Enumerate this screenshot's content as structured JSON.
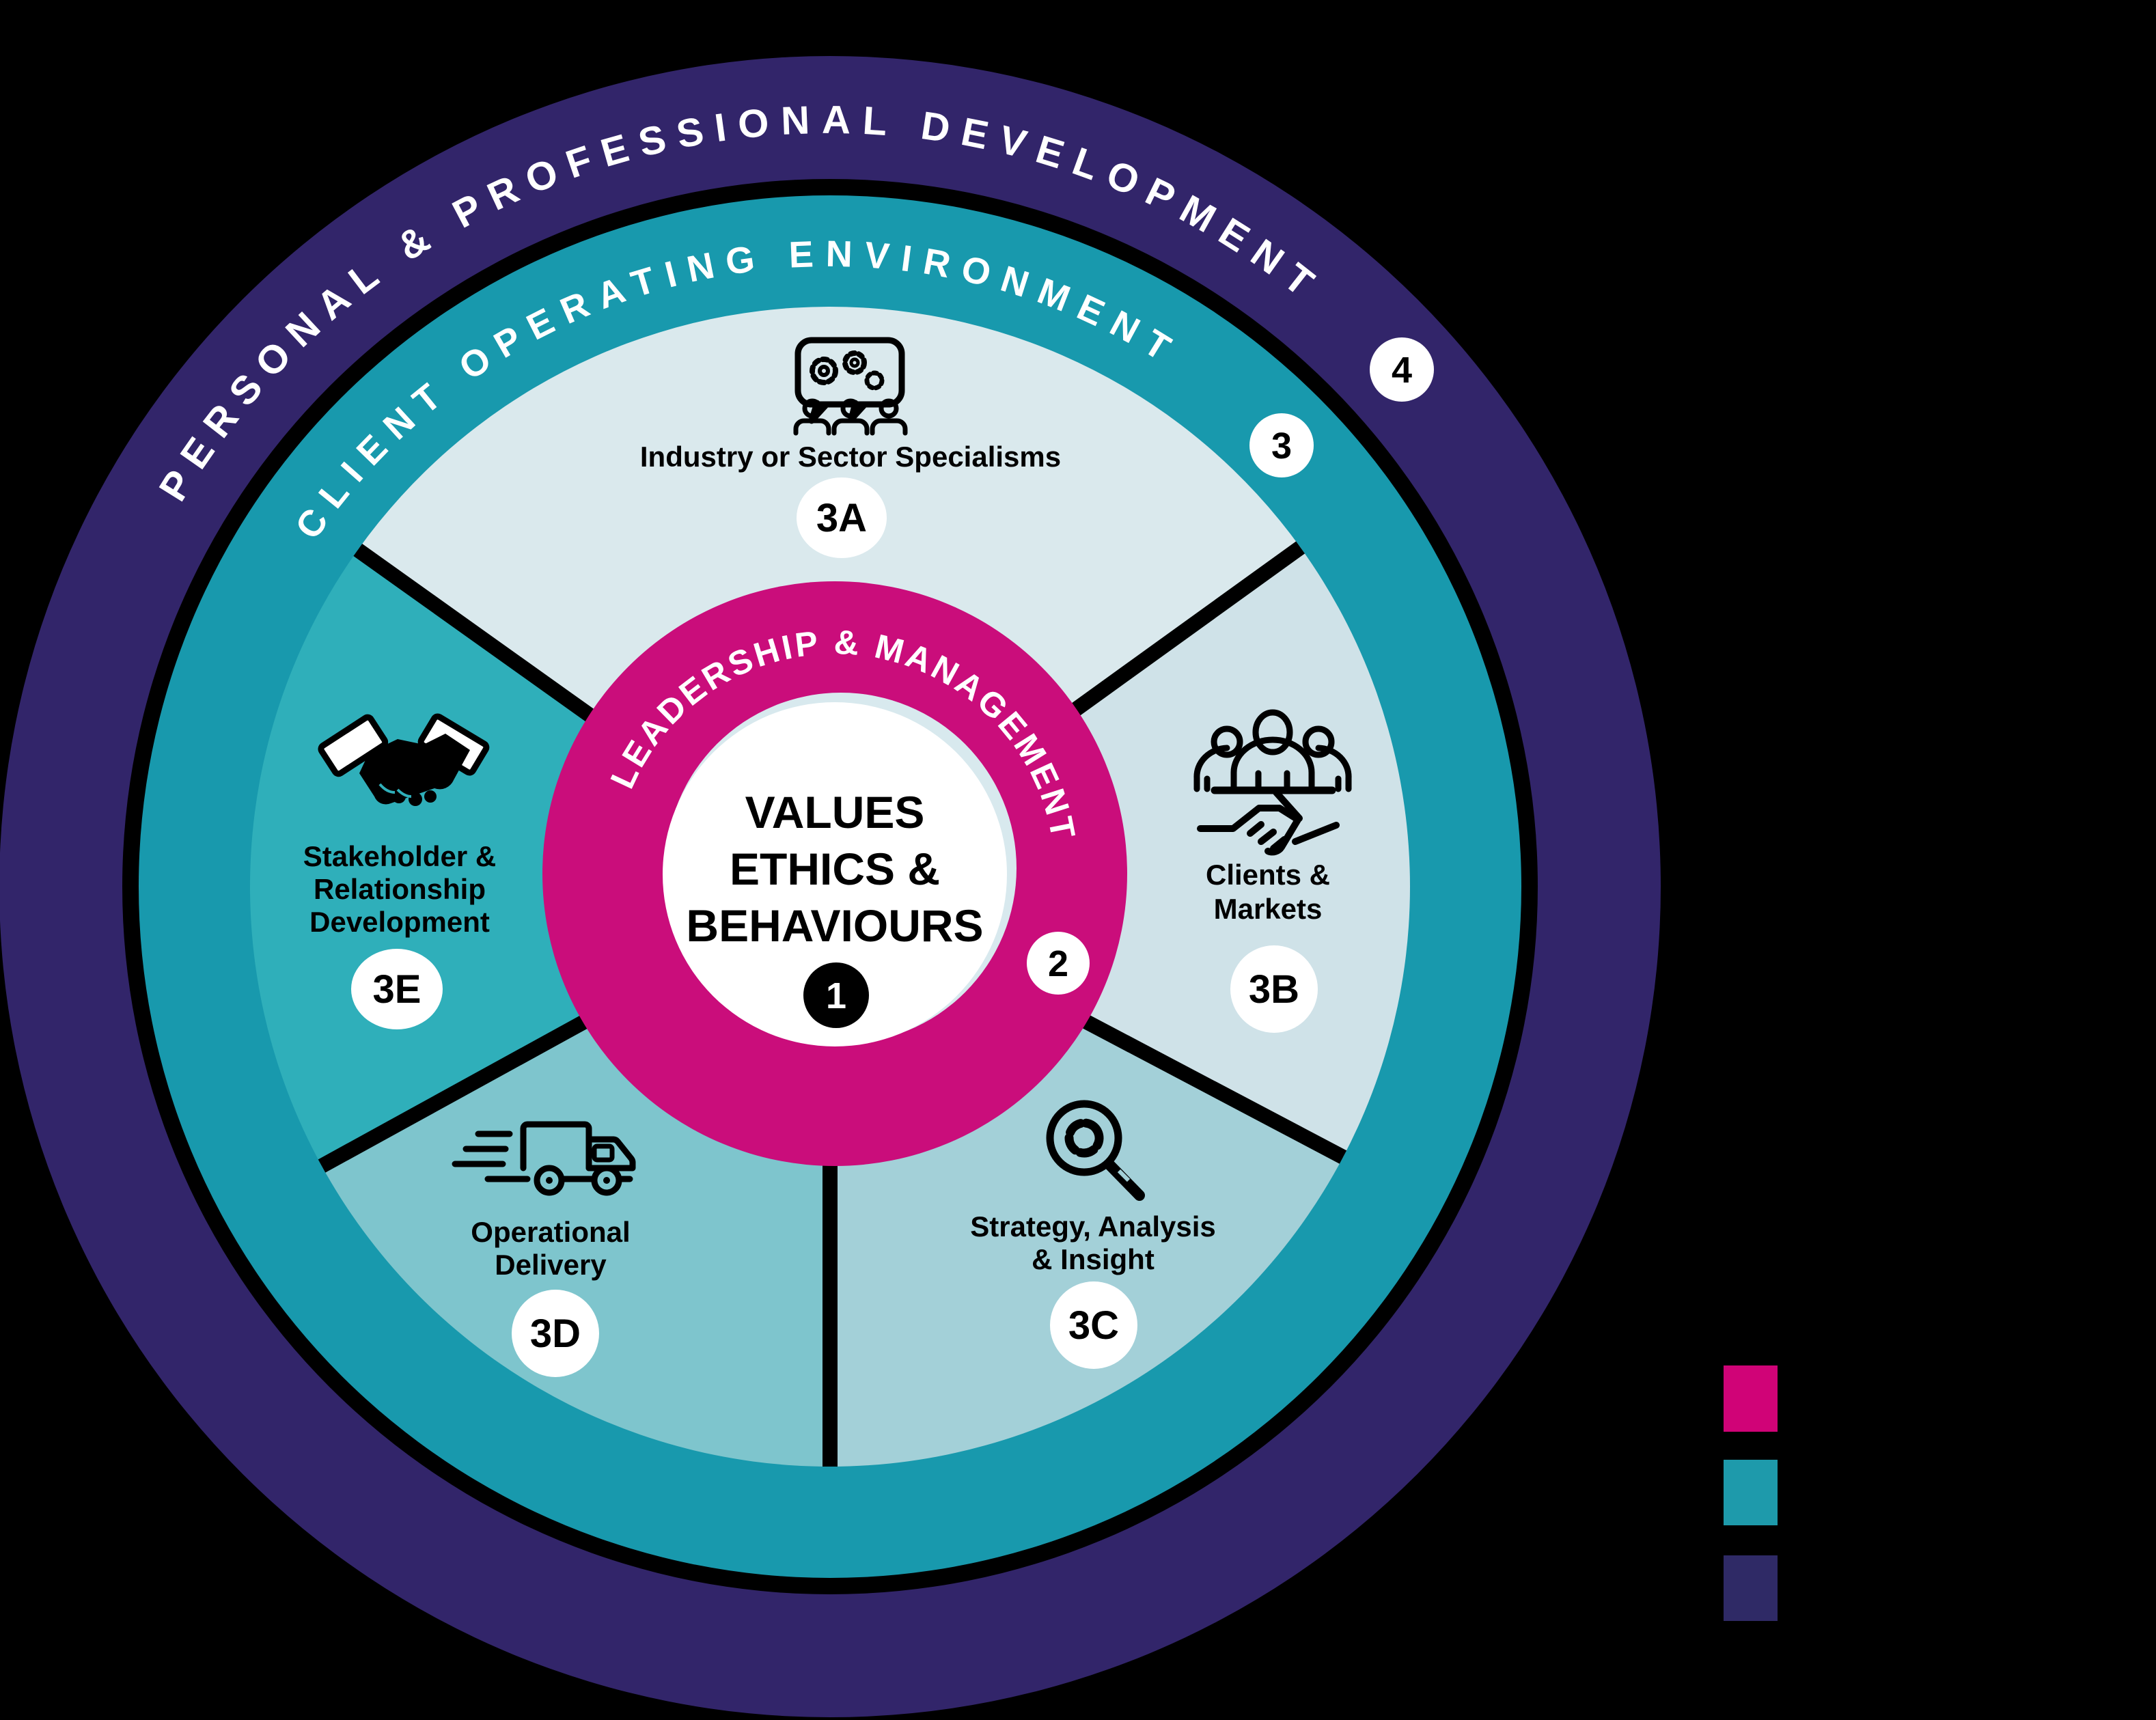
{
  "wheel": {
    "rings": {
      "personal_professional": {
        "label": "PERSONAL & PROFESSIONAL DEVELOPMENT",
        "badge": "4",
        "color": "#32256a"
      },
      "client_operating": {
        "label": "CLIENT OPERATING ENVIRONMENT",
        "badge": "3",
        "color": "#1899ad"
      },
      "leadership_management": {
        "label": "LEADERSHIP & MANAGEMENT",
        "badge": "2",
        "color": "#ca0d7b"
      }
    },
    "core": {
      "line1": "VALUES",
      "line2": "ETHICS &",
      "line3": "BEHAVIOURS",
      "badge": "1",
      "bg": "#ffffff",
      "halo": "#d8e9ee"
    },
    "sectors": [
      {
        "id": "3A",
        "icon": "team-discussion-gears-icon",
        "color": "#dae9ed",
        "label_lines": [
          "Industry or Sector Specialisms"
        ]
      },
      {
        "id": "3B",
        "icon": "clients-group-handshake-icon",
        "color": "#cfe2e8",
        "label_lines": [
          "Clients &",
          "Markets"
        ]
      },
      {
        "id": "3C",
        "icon": "magnifier-chart-icon",
        "color": "#a3d0d8",
        "label_lines": [
          "Strategy, Analysis",
          "& Insight"
        ]
      },
      {
        "id": "3D",
        "icon": "delivery-truck-icon",
        "color": "#7ec5cd",
        "label_lines": [
          "Operational",
          "Delivery"
        ]
      },
      {
        "id": "3E",
        "icon": "handshake-icon",
        "color": "#2fafba",
        "label_lines": [
          "Stakeholder &",
          "Relationship",
          "Development"
        ]
      }
    ]
  },
  "legend": {
    "swatches": [
      {
        "color": "#d00377"
      },
      {
        "color": "#1e9aab"
      },
      {
        "color": "#2f2a66"
      }
    ]
  },
  "background": "#000000"
}
